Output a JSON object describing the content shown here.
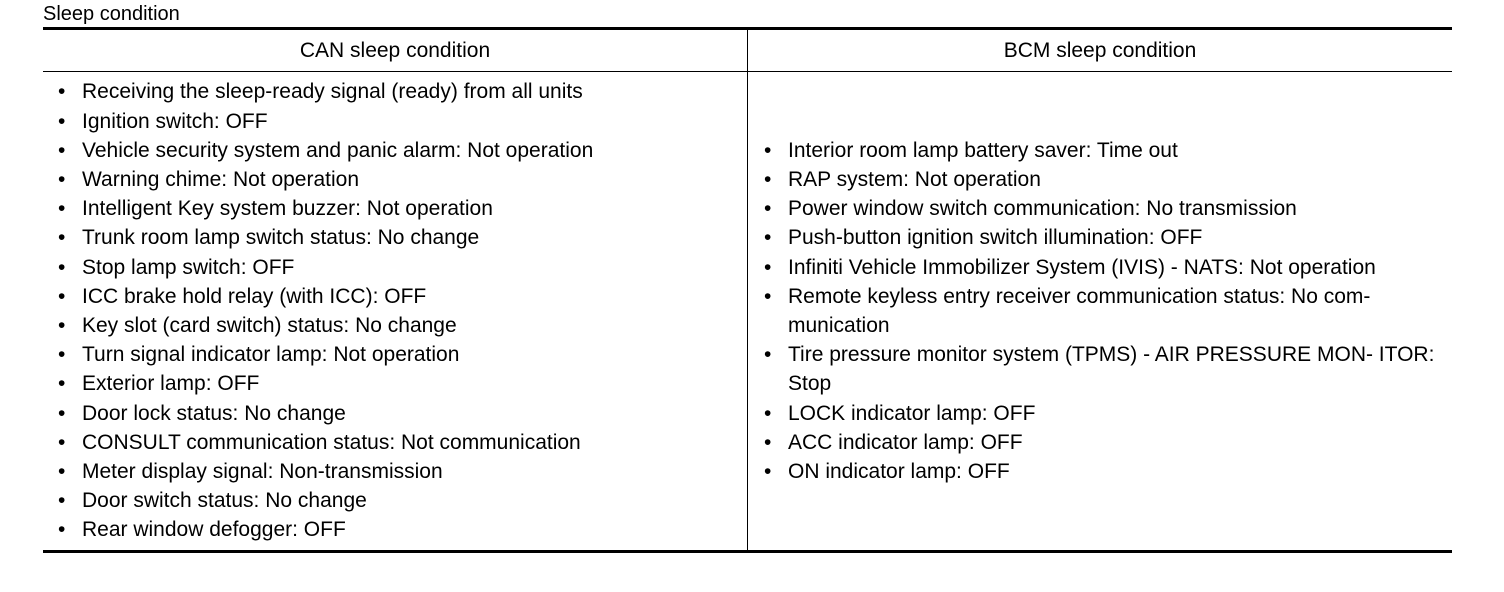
{
  "caption": "Sleep condition",
  "table": {
    "headers": {
      "can": "CAN sleep condition",
      "bcm": "BCM sleep condition"
    },
    "can_items": [
      "Receiving the sleep-ready signal (ready) from all units",
      "Ignition switch: OFF",
      "Vehicle security system and panic alarm: Not operation",
      "Warning chime: Not operation",
      "Intelligent Key system buzzer: Not operation",
      "Trunk room lamp switch status: No change",
      "Stop lamp switch: OFF",
      "ICC brake hold relay (with ICC): OFF",
      "Key slot (card switch) status: No change",
      "Turn signal indicator lamp: Not operation",
      "Exterior lamp: OFF",
      "Door lock status: No change",
      "CONSULT communication status: Not communication",
      "Meter display signal: Non-transmission",
      "Door switch status: No change",
      "Rear window defogger: OFF"
    ],
    "bcm_items": [
      "Interior room lamp battery saver: Time out",
      "RAP system: Not operation",
      "Power window switch communication: No transmission",
      "Push-button ignition switch illumination: OFF",
      "Infiniti Vehicle Immobilizer System (IVIS) - NATS: Not operation",
      "Remote keyless entry receiver communication status: No com- munication",
      "Tire pressure monitor system (TPMS) - AIR PRESSURE MON- ITOR: Stop",
      "LOCK indicator lamp: OFF",
      "ACC indicator lamp: OFF",
      "ON indicator lamp: OFF"
    ]
  }
}
